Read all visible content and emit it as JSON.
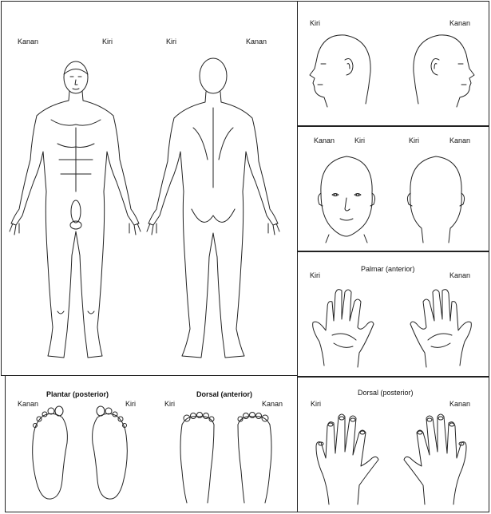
{
  "body_panel": {
    "front_left": "Kanan",
    "front_right": "Kiri",
    "back_left": "Kiri",
    "back_right": "Kanan"
  },
  "side_head_panel": {
    "left": "Kiri",
    "right": "Kanan"
  },
  "face_panel": {
    "front_left": "Kanan",
    "front_right": "Kiri",
    "back_left": "Kiri",
    "back_right": "Kanan"
  },
  "palmar_panel": {
    "title": "Palmar (anterior)",
    "left": "Kiri",
    "right": "Kanan"
  },
  "dorsal_hand_panel": {
    "title": "Dorsal (posterior)",
    "left": "Kiri",
    "right": "Kanan"
  },
  "feet_panel": {
    "plantar_title": "Plantar (posterior)",
    "plantar_left": "Kanan",
    "plantar_right": "Kiri",
    "dorsal_title": "Dorsal (anterior)",
    "dorsal_left": "Kiri",
    "dorsal_right": "Kanan"
  }
}
